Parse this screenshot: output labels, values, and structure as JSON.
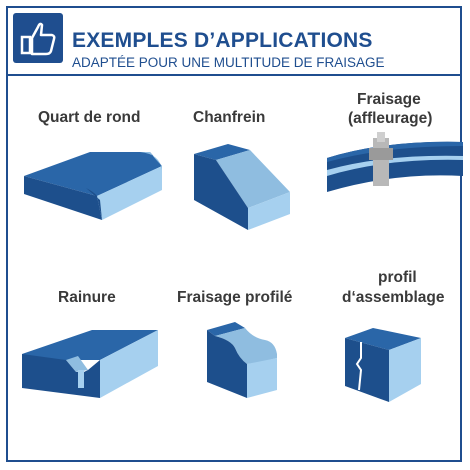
{
  "header": {
    "icon": "thumbs-up-icon",
    "title": "EXEMPLES D’APPLICATIONS",
    "subtitle": "ADAPTÉE POUR UNE MULTITUDE DE FRAISAGE"
  },
  "colors": {
    "brand_blue": "#1f4e8f",
    "dark_blue": "#1d4f8c",
    "light_blue": "#8fbde0",
    "label_gray": "#3a3a3a"
  },
  "applications": [
    {
      "label": "Quart de rond"
    },
    {
      "label": "Chanfrein"
    },
    {
      "label_line1": "Fraisage",
      "label_line2": "(affleurage)"
    },
    {
      "label": "Rainure"
    },
    {
      "label": "Fraisage profilé"
    },
    {
      "label_line1": "profil",
      "label_line2": "d‘assemblage"
    }
  ]
}
